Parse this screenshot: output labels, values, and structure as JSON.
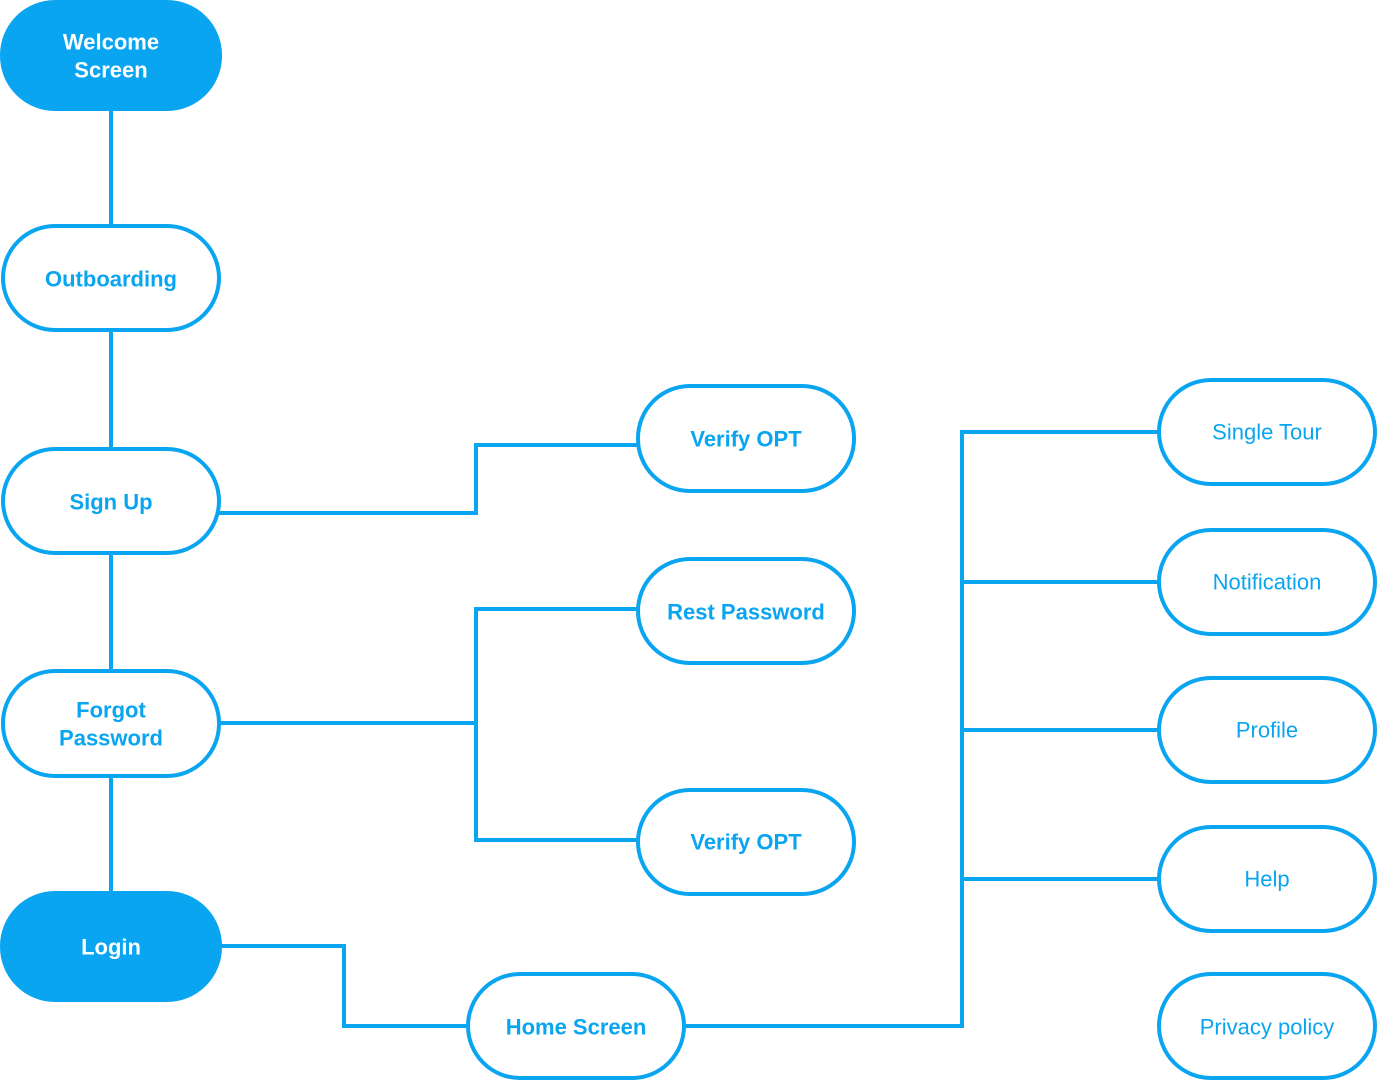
{
  "diagram": {
    "accent_color": "#0aa5f0",
    "nodes": {
      "welcome_screen": {
        "lines": [
          "Welcome",
          "Screen"
        ]
      },
      "outboarding": {
        "lines": [
          "Outboarding"
        ]
      },
      "sign_up": {
        "lines": [
          "Sign Up"
        ]
      },
      "forgot_password": {
        "lines": [
          "Forgot",
          "Password"
        ]
      },
      "login": {
        "lines": [
          "Login"
        ]
      },
      "verify_opt_signup": {
        "lines": [
          "Verify OPT"
        ]
      },
      "rest_password": {
        "lines": [
          "Rest Password"
        ]
      },
      "verify_opt_forgot": {
        "lines": [
          "Verify OPT"
        ]
      },
      "home_screen": {
        "lines": [
          "Home Screen"
        ]
      },
      "single_tour": {
        "lines": [
          "Single Tour"
        ]
      },
      "notification": {
        "lines": [
          "Notification"
        ]
      },
      "profile": {
        "lines": [
          "Profile"
        ]
      },
      "help": {
        "lines": [
          "Help"
        ]
      },
      "privacy_policy": {
        "lines": [
          "Privacy policy"
        ]
      }
    }
  }
}
